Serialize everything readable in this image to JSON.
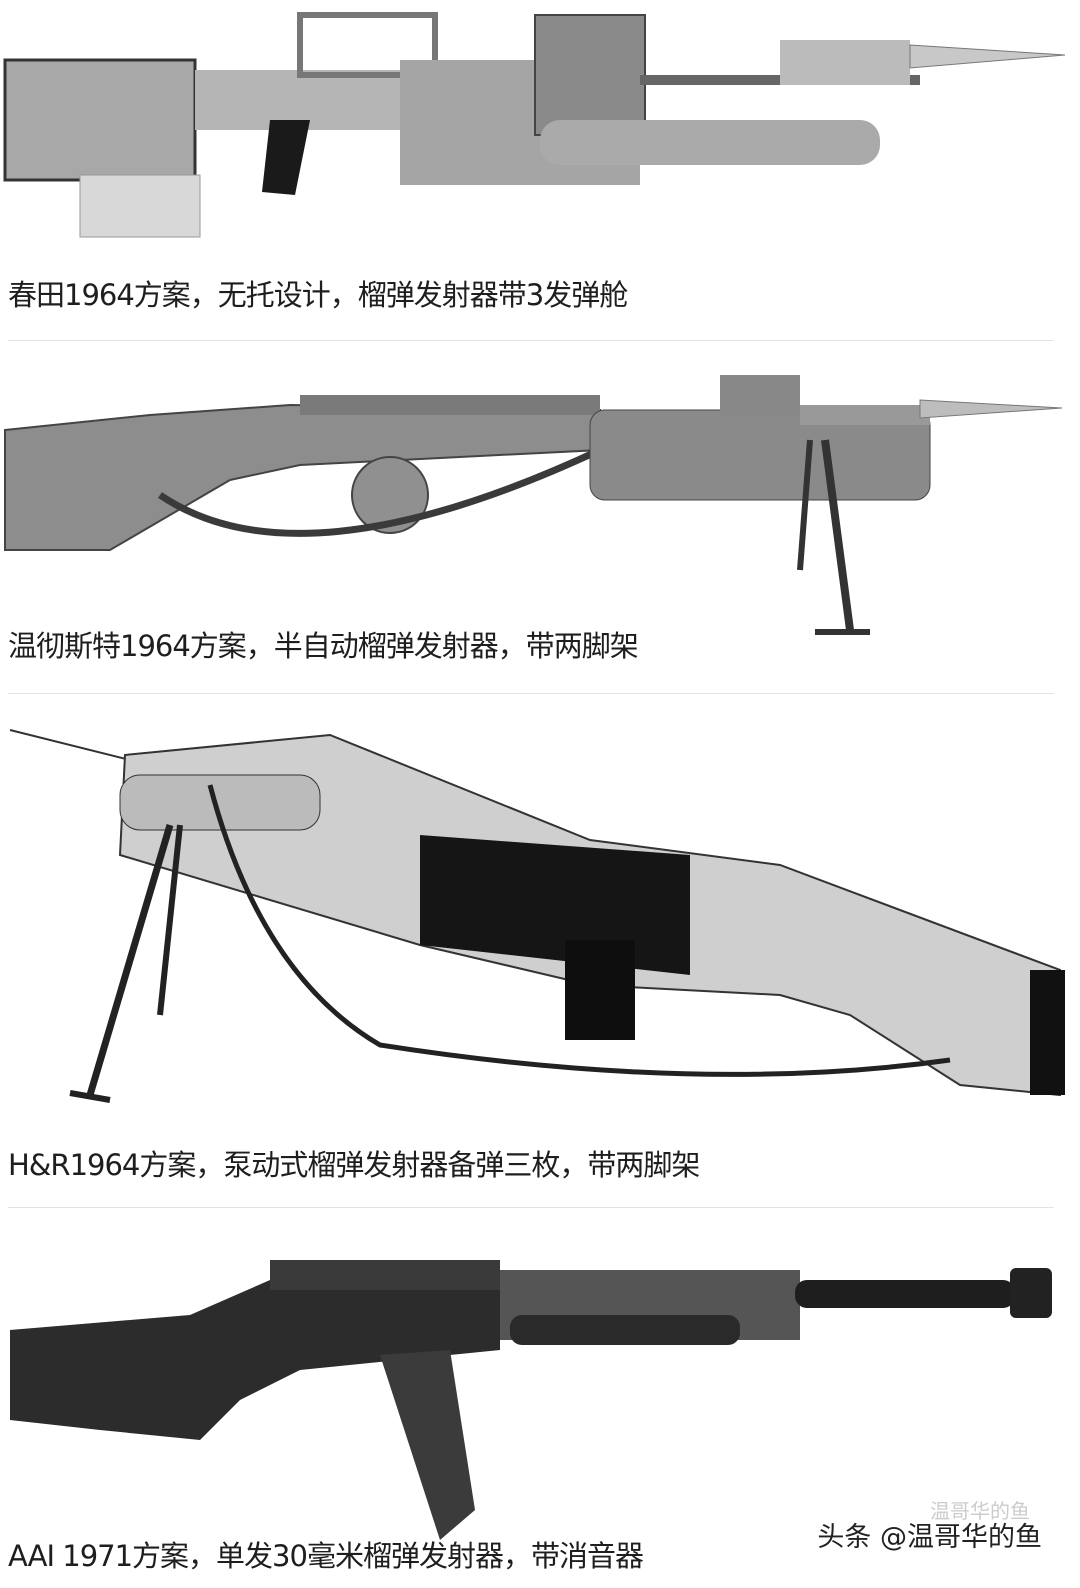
{
  "figures": [
    {
      "caption": "春田1964方案，无托设计，榴弹发射器带3发弹舱"
    },
    {
      "caption": "温彻斯特1964方案，半自动榴弹发射器，带两脚架"
    },
    {
      "caption": "H&R1964方案，泵动式榴弹发射器备弹三枚，带两脚架"
    },
    {
      "caption": "AAI 1971方案，单发30毫米榴弹发射器，带消音器"
    }
  ],
  "watermark": {
    "text": "头条 @温哥华的鱼",
    "faint_text": "温哥华的鱼"
  }
}
